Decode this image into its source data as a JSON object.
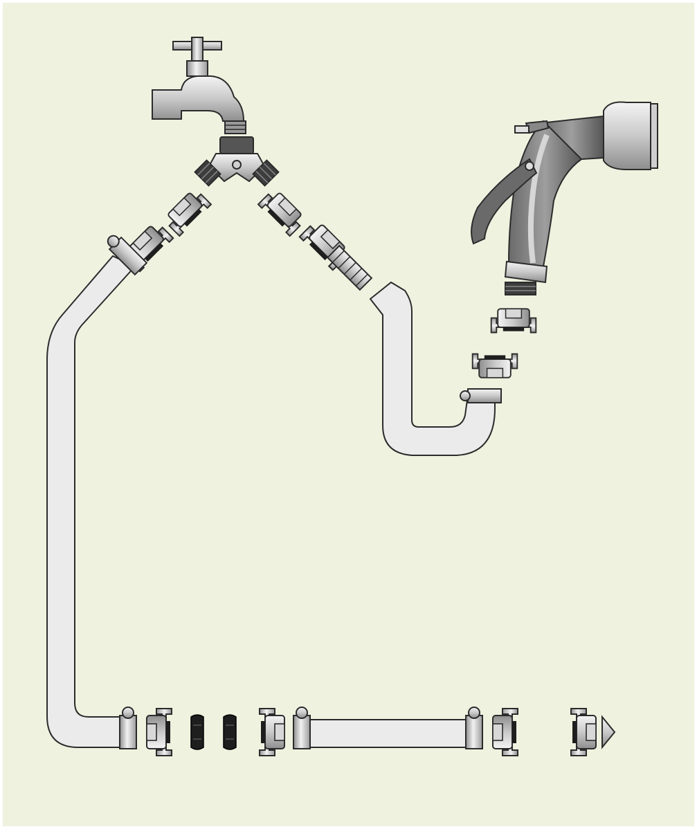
{
  "diagram": {
    "kind": "garden hose coupling system illustration",
    "colors": {
      "background": "#eef2df",
      "border": "#ffffff",
      "outline": "#2b2b2b",
      "hose_fill": "#ebebeb",
      "metal_light": "#e6e6e6",
      "metal_mid": "#b9b9b9",
      "metal_dark": "#7a7a7a",
      "seal": "#1e1e1e",
      "nozzle_dark": "#5f5f5f"
    },
    "parts": [
      {
        "id": "tap",
        "icon": "water-tap-icon"
      },
      {
        "id": "y-splitter",
        "icon": "y-splitter-icon"
      },
      {
        "id": "claw-coupling",
        "icon": "claw-coupling-icon",
        "count": 10
      },
      {
        "id": "hose-tail",
        "icon": "hose-tail-icon"
      },
      {
        "id": "spray-gun",
        "icon": "spray-gun-icon"
      },
      {
        "id": "rubber-seal",
        "icon": "rubber-seal-icon",
        "count": 2
      },
      {
        "id": "end-stop",
        "icon": "end-stop-icon"
      },
      {
        "id": "hose",
        "icon": "hose-icon",
        "count": 3
      }
    ]
  }
}
